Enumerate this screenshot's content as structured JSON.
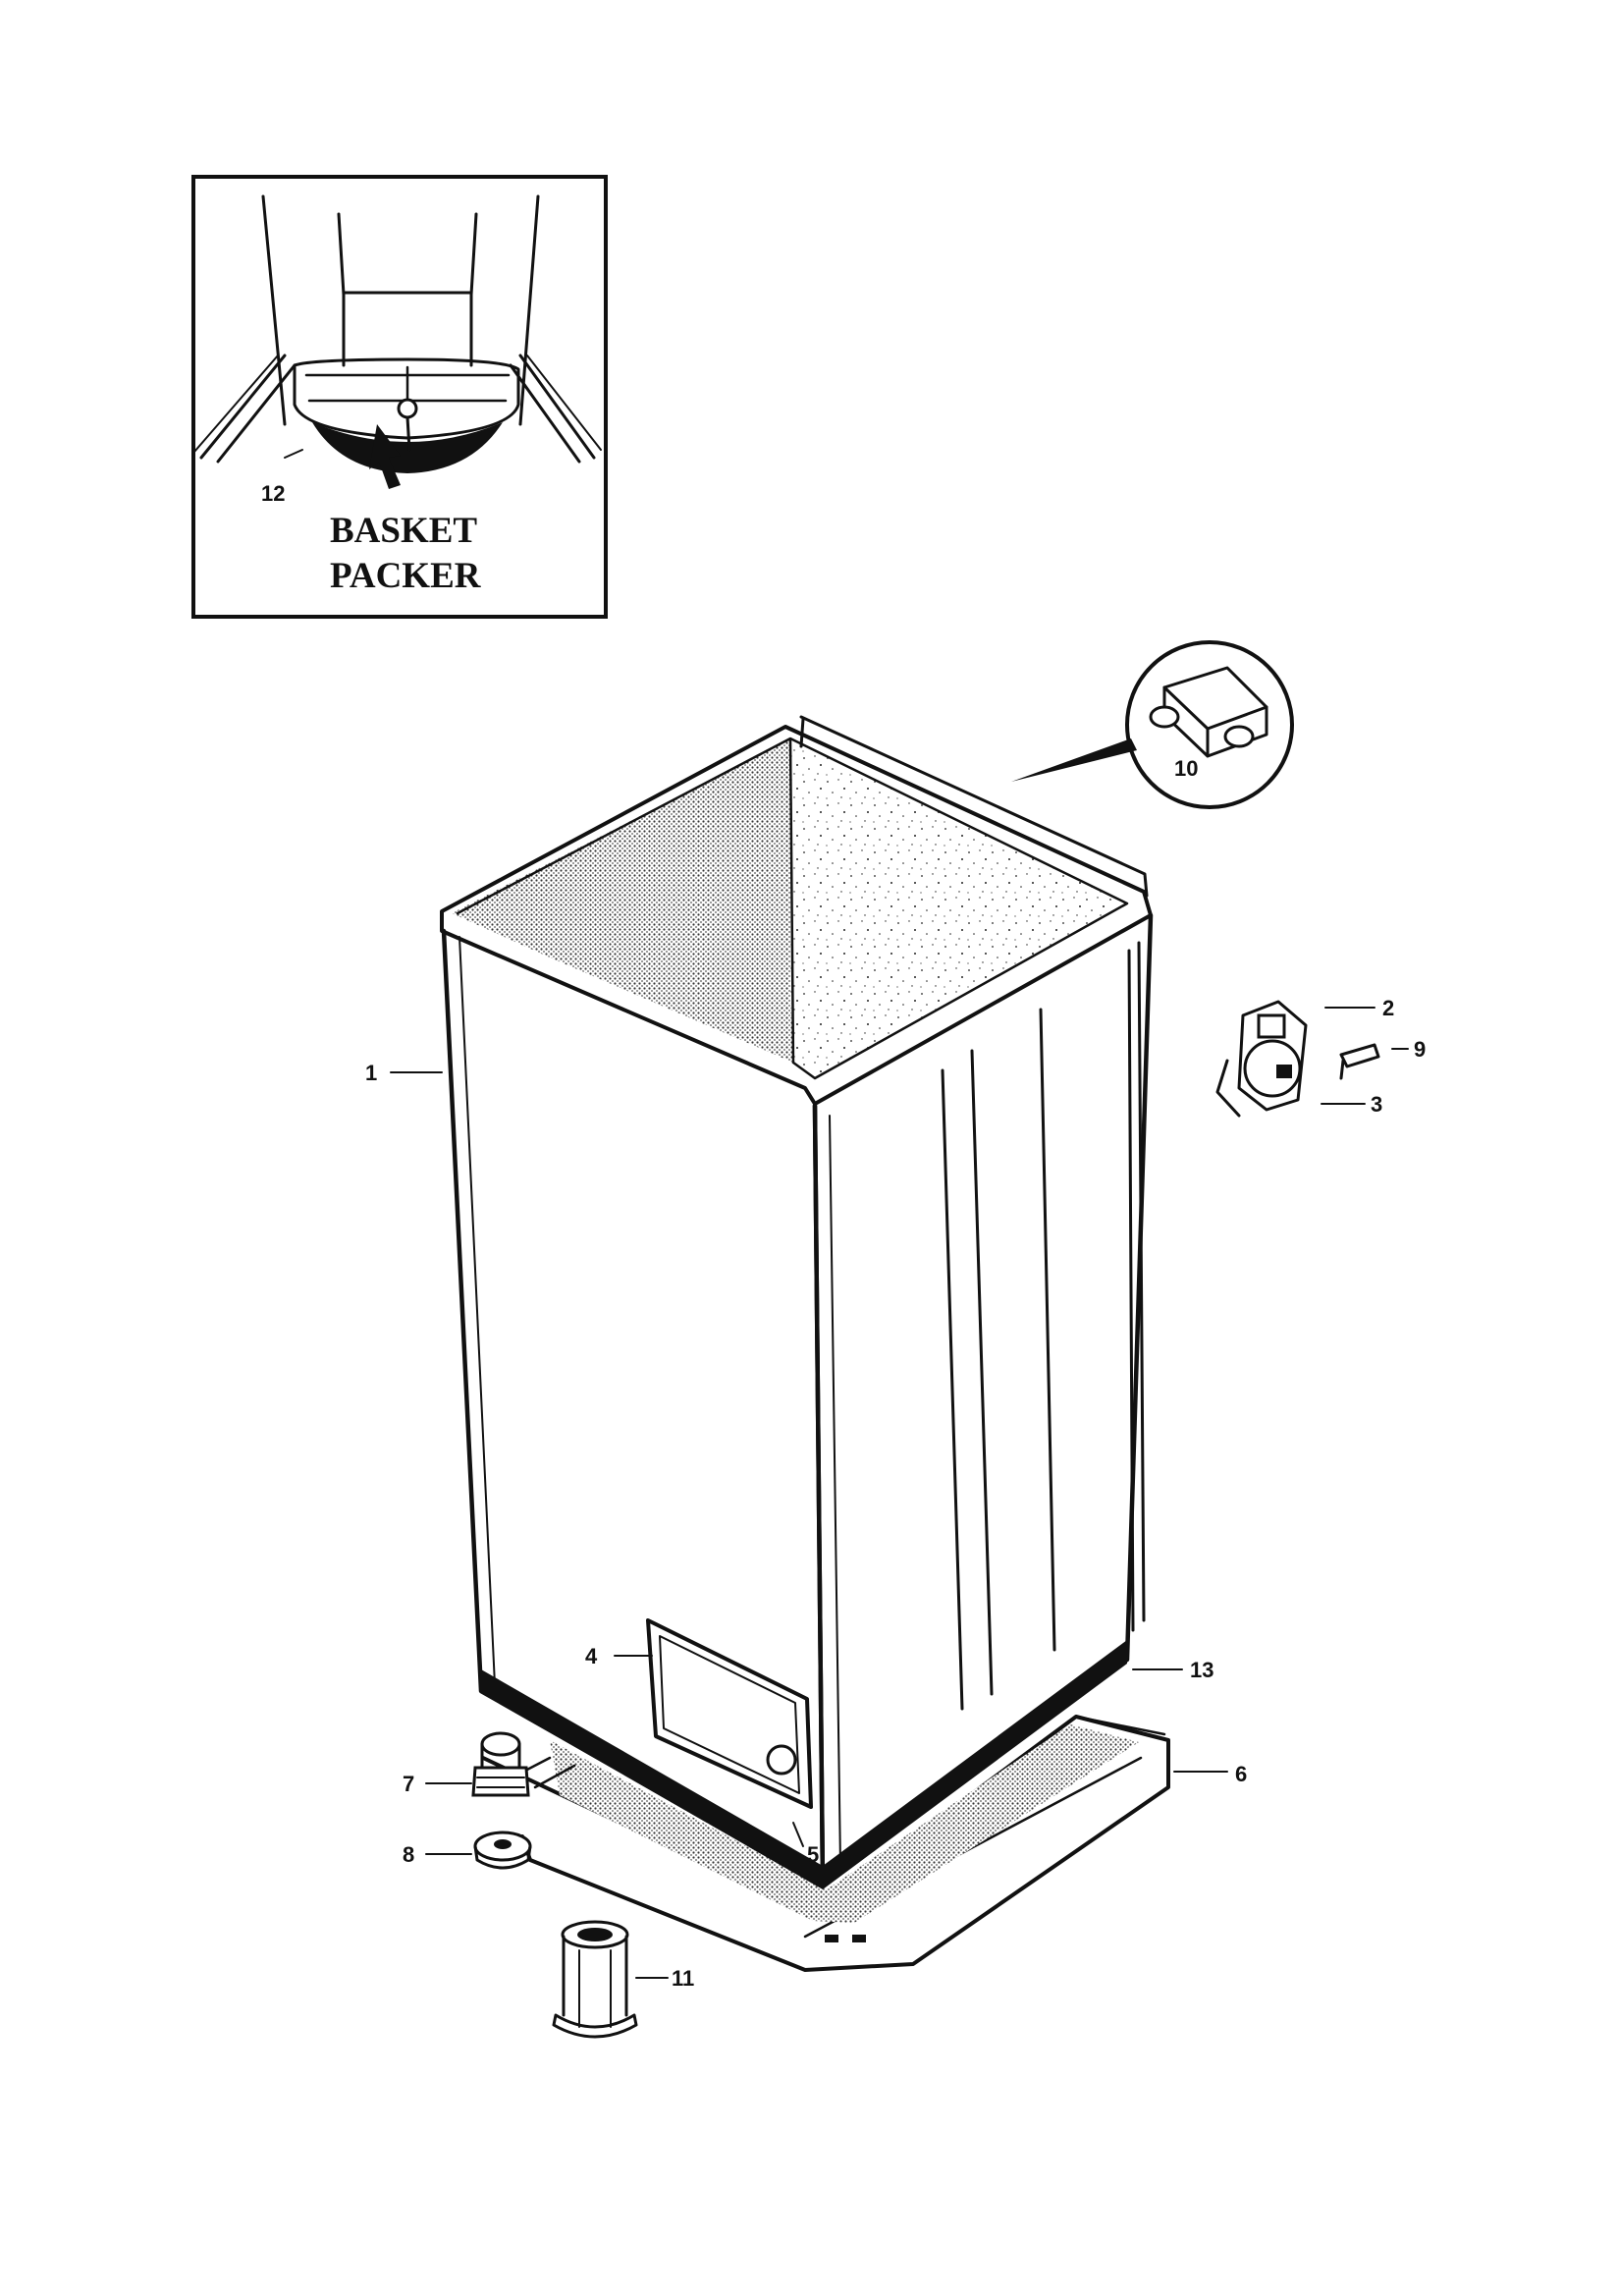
{
  "inset": {
    "caption_line1": "BASKET",
    "caption_line2": "PACKER",
    "part_12": "12"
  },
  "callouts": {
    "p1": "1",
    "p2": "2",
    "p3": "3",
    "p4": "4",
    "p5": "5",
    "p6": "6",
    "p7": "7",
    "p8": "8",
    "p9": "9",
    "p10": "10",
    "p11": "11",
    "p13": "13"
  }
}
